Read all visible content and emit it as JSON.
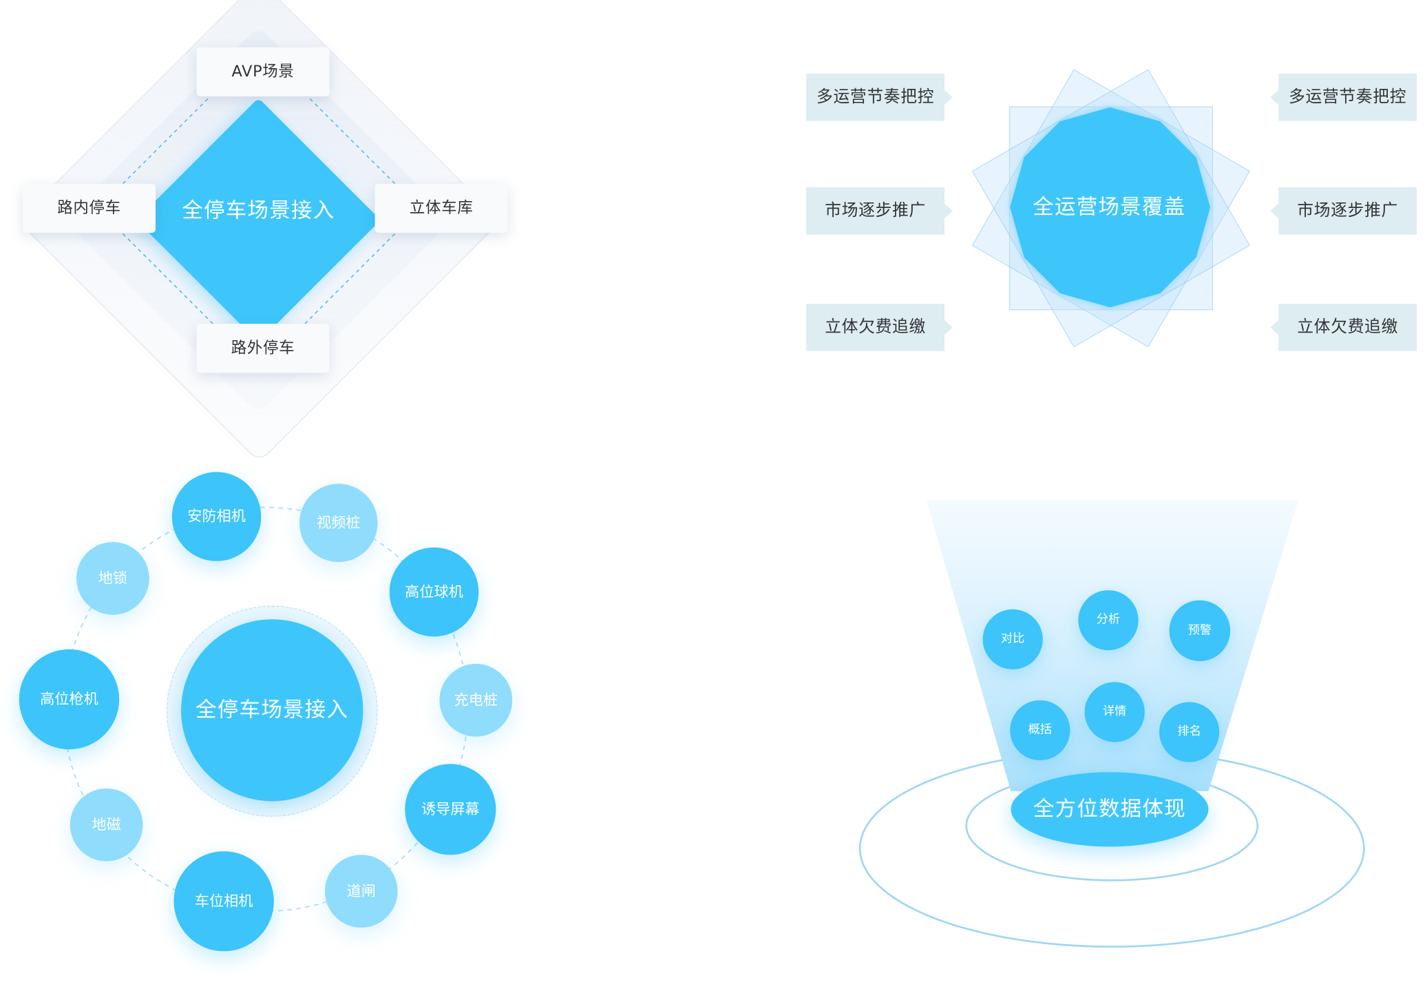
{
  "diamond": {
    "center": "全停车场景接入",
    "top": "AVP场景",
    "left": "路内停车",
    "right": "立体车库",
    "bottom": "路外停车"
  },
  "polygon": {
    "center": "全运营场景覆盖",
    "left_tags": [
      "多运营节奏把控",
      "市场逐步推广",
      "立体欠费追缴"
    ],
    "right_tags": [
      "多运营节奏把控",
      "市场逐步推广",
      "立体欠费追缴"
    ]
  },
  "ring": {
    "center": "全停车场景接入",
    "nodes": [
      "安防相机",
      "视频桩",
      "高位球机",
      "充电桩",
      "诱导屏幕",
      "道闸",
      "车位相机",
      "地磁",
      "高位枪机",
      "地锁"
    ]
  },
  "funnel": {
    "base": "全方位数据体现",
    "bubbles": [
      "对比",
      "分析",
      "预警",
      "概括",
      "详情",
      "排名"
    ]
  },
  "colors": {
    "primary": "#3ec6fb",
    "light": "#8fdcfd",
    "tag_bg": "#ddedf2",
    "card_bg": "#f8fafc",
    "text": "#333333"
  }
}
